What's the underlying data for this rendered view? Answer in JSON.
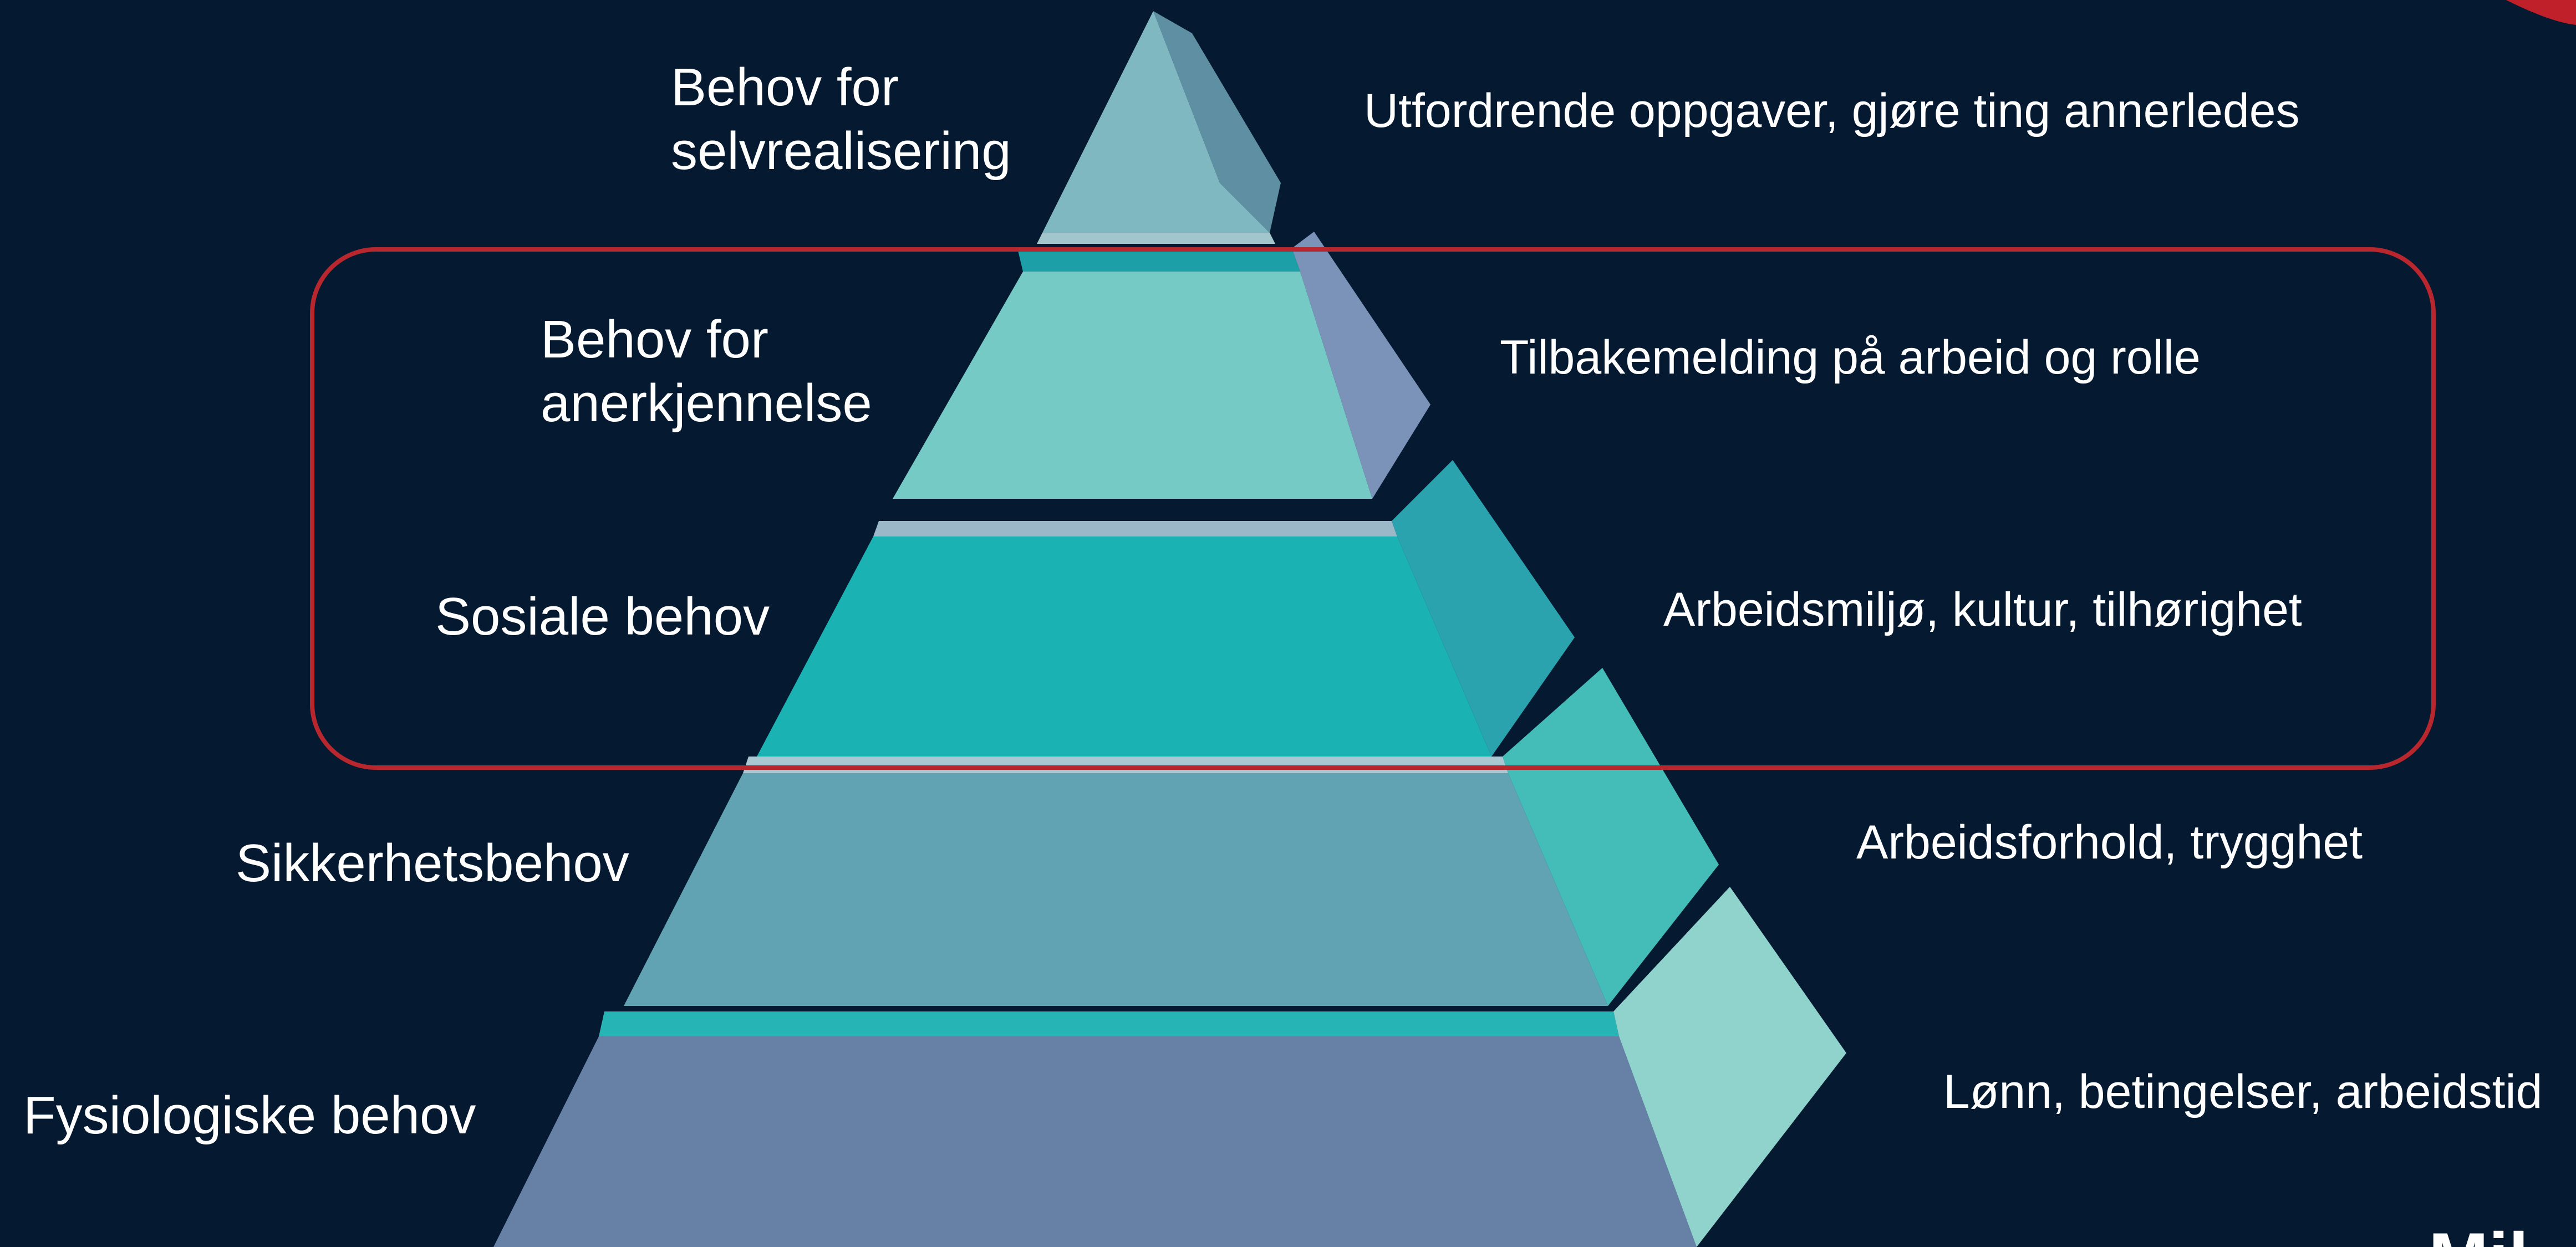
{
  "diagram": {
    "levels": [
      {
        "name": [
          "Behov for",
          "selvrealisering"
        ],
        "description": "Utfordrende oppgaver, gjøre ting annerledes"
      },
      {
        "name": [
          "Behov for",
          "anerkjennelse"
        ],
        "description": "Tilbakemelding på arbeid og rolle"
      },
      {
        "name": [
          "Sosiale behov"
        ],
        "description": "Arbeidsmiljø, kultur, tilhørighet"
      },
      {
        "name": [
          "Sikkerhetsbehov"
        ],
        "description": "Arbeidsforhold, trygghet"
      },
      {
        "name": [
          "Fysiologiske behov"
        ],
        "description": "Lønn, betingelser, arbeidstid"
      }
    ],
    "highlighted_levels": [
      "Behov for anerkjennelse",
      "Sosiale behov"
    ],
    "corner_text": "Mil"
  },
  "colors": {
    "background": "#051a31",
    "highlight_border": "#b8262e",
    "corner_accent": "#c0202a",
    "text": "#ffffff",
    "tier_top": "#7fb8c1",
    "tier_esteem": "#76cac6",
    "tier_social": "#1ab2b2",
    "tier_safety": "#61a3b2",
    "tier_physiological": "#6680a6"
  }
}
